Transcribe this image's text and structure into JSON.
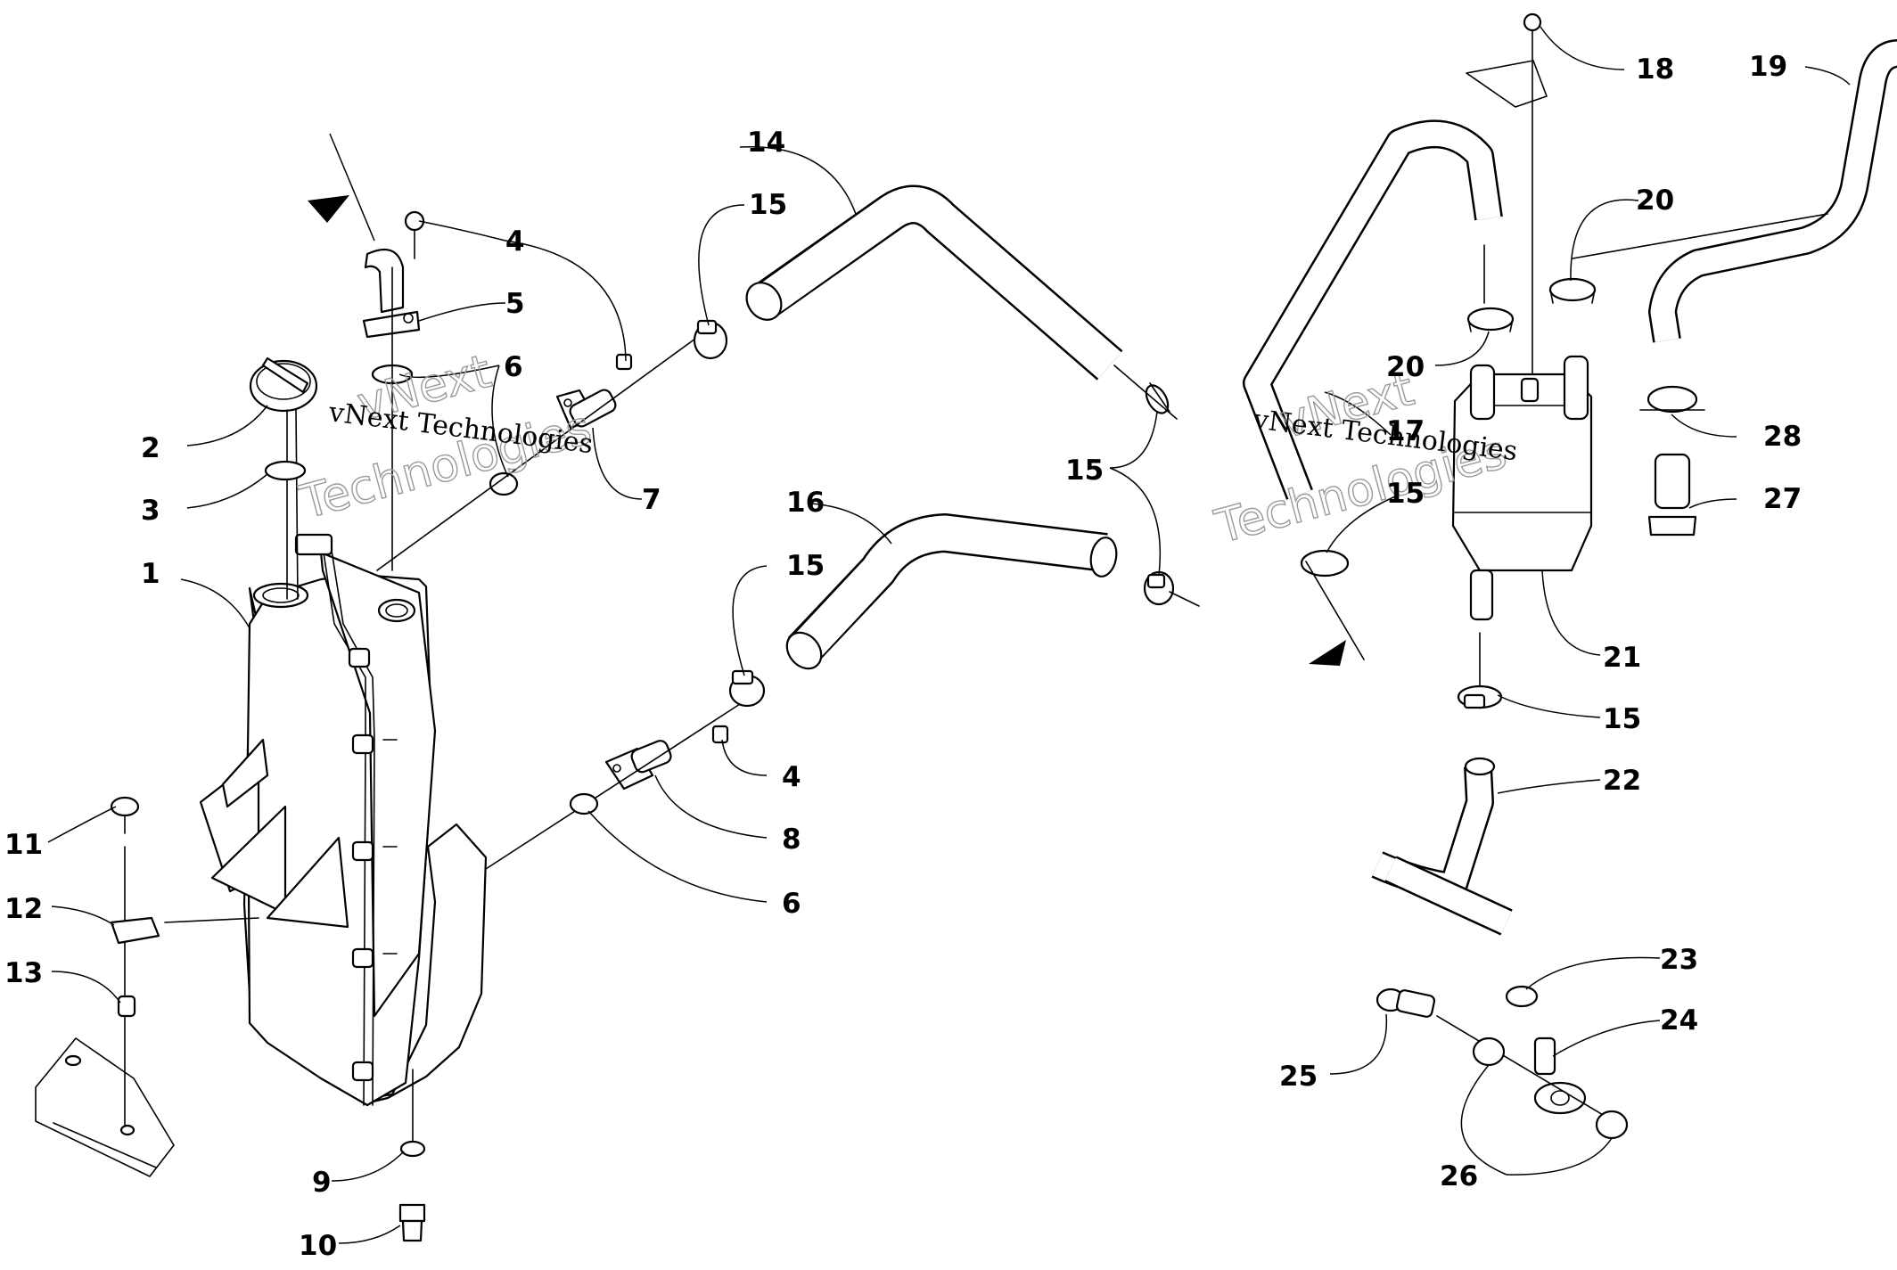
{
  "callouts": [
    "1",
    "2",
    "3",
    "4",
    "5",
    "6",
    "7",
    "8",
    "9",
    "10",
    "11",
    "12",
    "13",
    "14",
    "15",
    "16",
    "17",
    "18",
    "19",
    "20",
    "21",
    "22",
    "23",
    "24",
    "25",
    "26",
    "27",
    "28"
  ],
  "watermark": {
    "text": "vNext Technologies",
    "big_line1": "vNext",
    "big_line2": "Technologies"
  }
}
